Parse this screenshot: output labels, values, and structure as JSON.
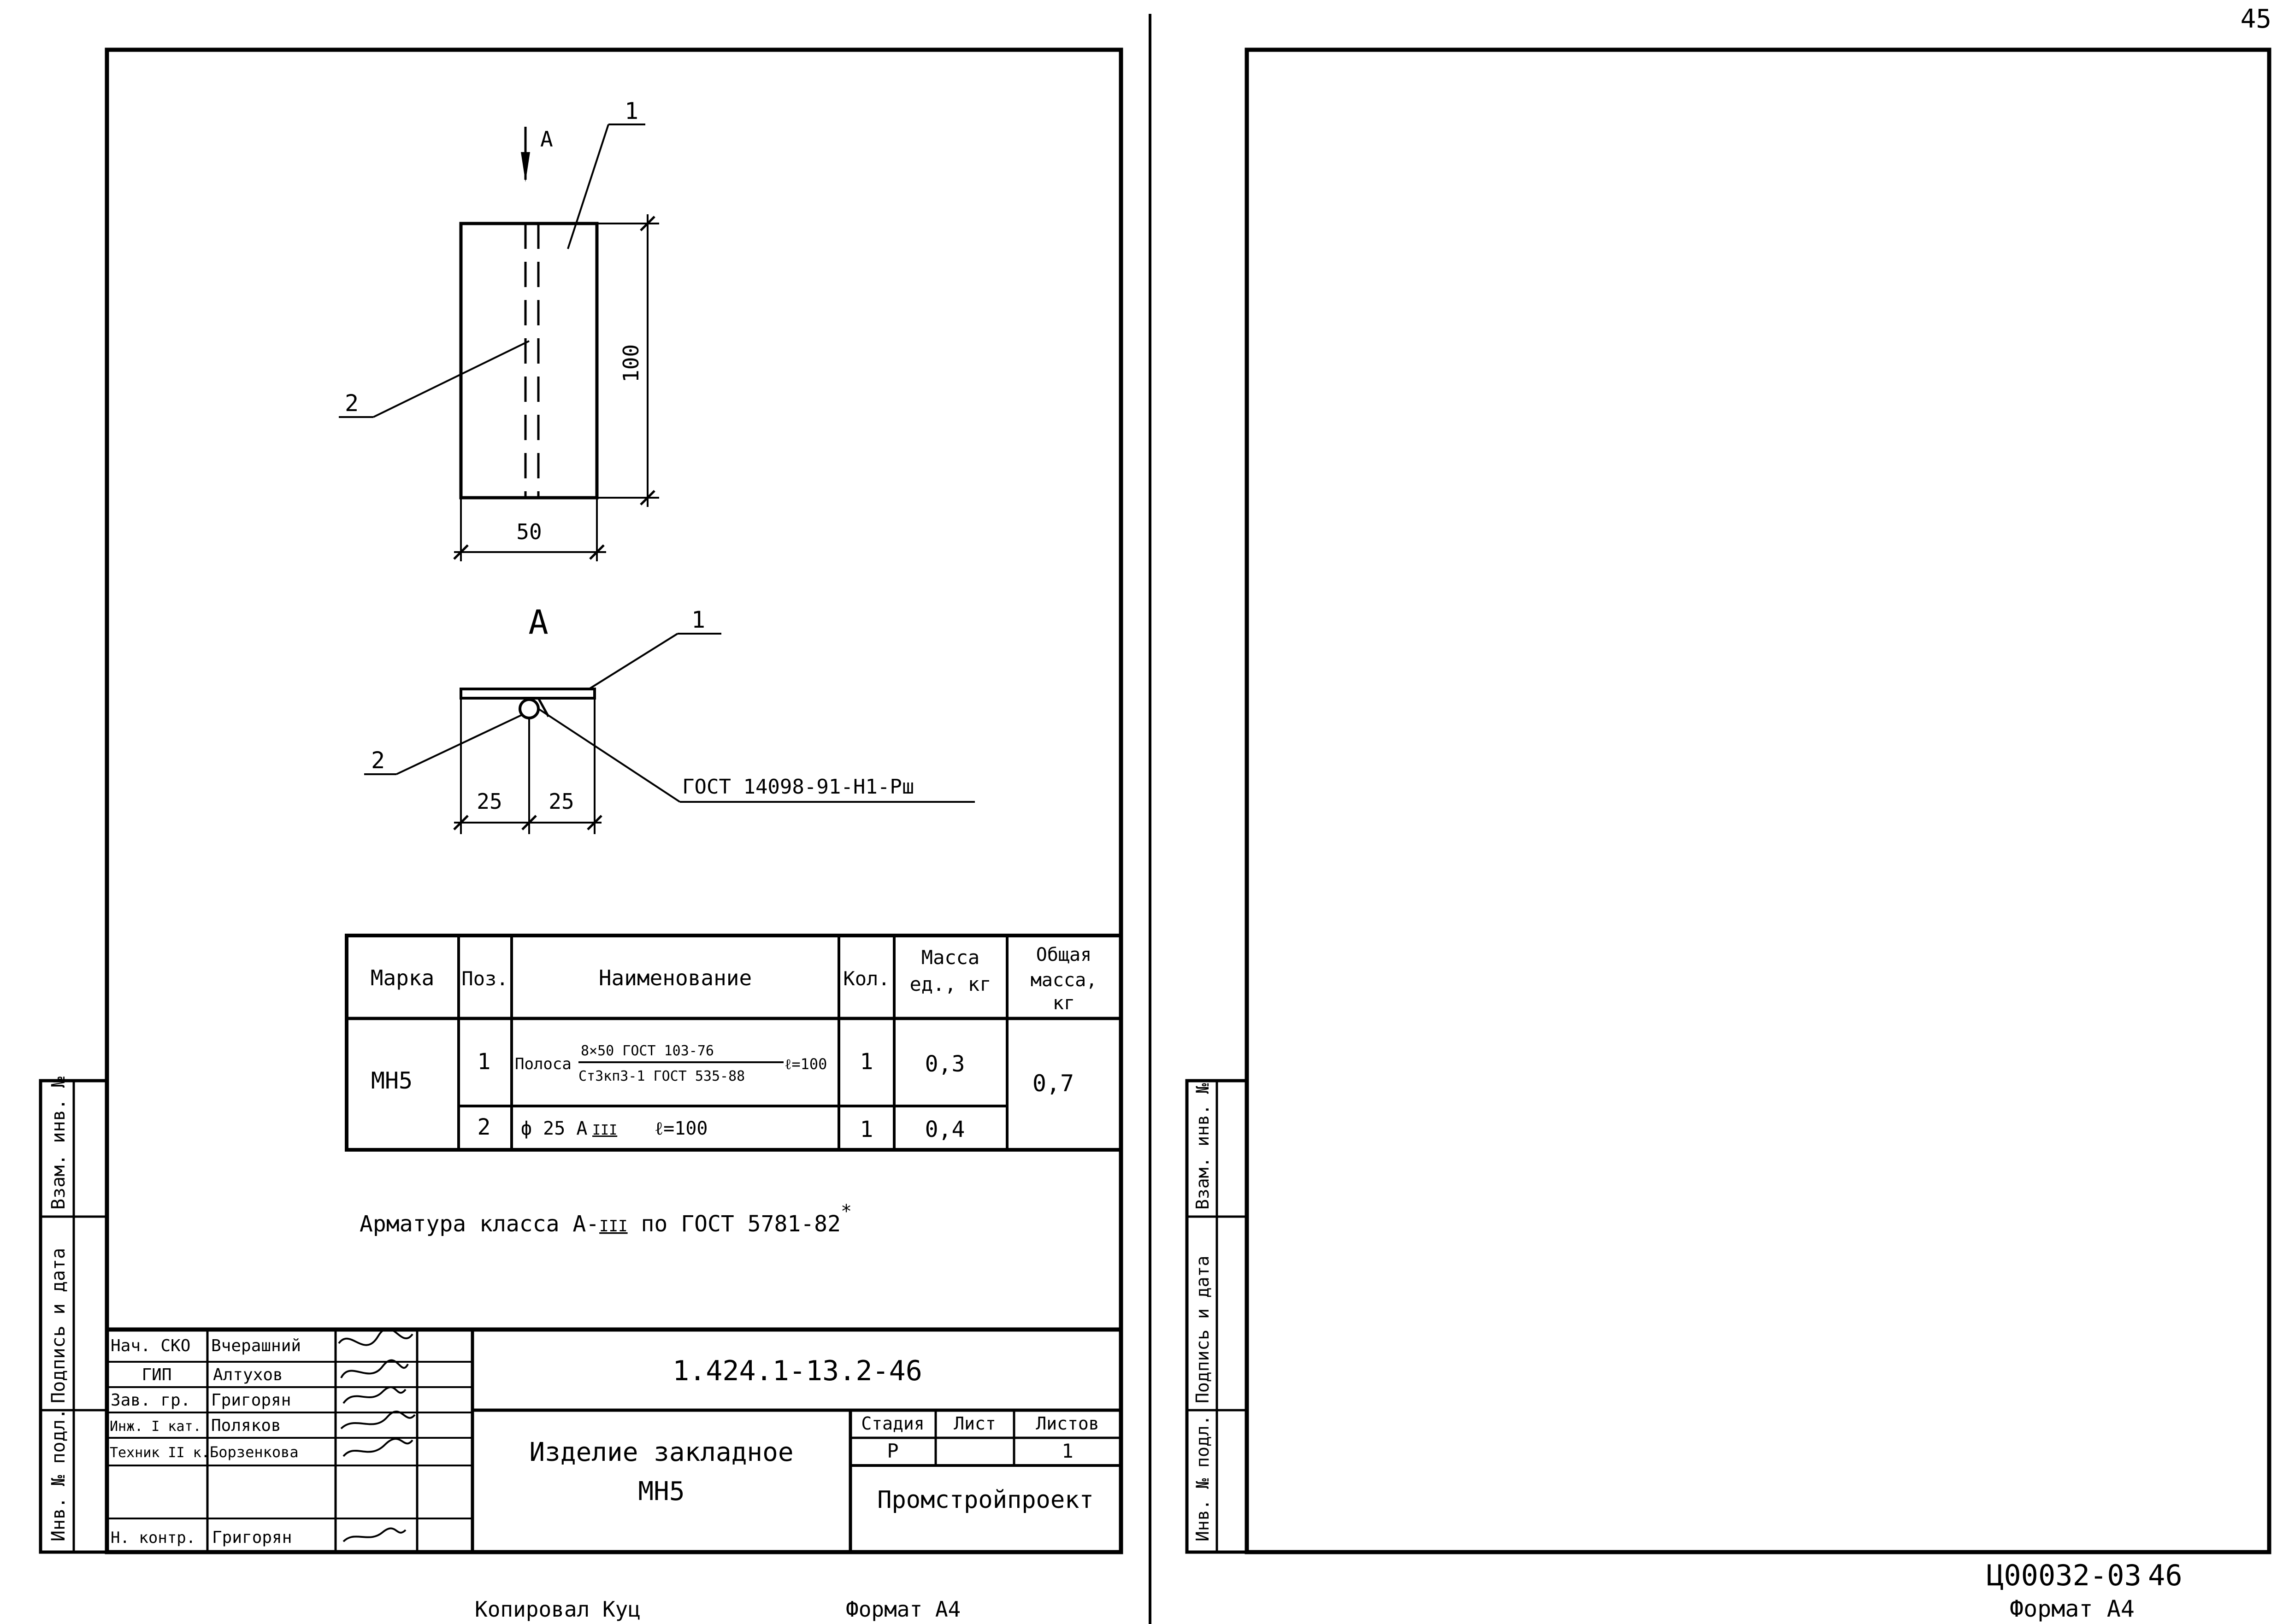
{
  "page_number": "45",
  "drawing": {
    "view_arrow_label": "А",
    "section_label": "А",
    "callout_1": "1",
    "callout_2": "2",
    "dim_height": "100",
    "dim_width": "50",
    "dim_half_left": "25",
    "dim_half_right": "25",
    "weld_note": "ГОСТ 14098-91-Н1-Рш"
  },
  "spec_table": {
    "headers": {
      "mark": "Марка",
      "pos": "Поз.",
      "name": "Наименование",
      "qty": "Кол.",
      "unit_mass_1": "Масса",
      "unit_mass_2": "ед., кг",
      "total_mass_1": "Общая",
      "total_mass_2": "масса,",
      "total_mass_3": "кг"
    },
    "mark": "МН5",
    "total_mass": "0,7",
    "rows": [
      {
        "pos": "1",
        "name_prefix": "Полоса",
        "name_top": "8×50 ГОСТ 103-76",
        "name_bottom": "Ст3кп3-1 ГОСТ 535-88",
        "name_suffix": "ℓ=100",
        "qty": "1",
        "unit_mass": "0,3"
      },
      {
        "pos": "2",
        "name": "ф 25 А",
        "name_class": "III",
        "name_suffix": "ℓ=100",
        "qty": "1",
        "unit_mass": "0,4"
      }
    ]
  },
  "note": {
    "text_before": "Арматура класса А-",
    "class": "III",
    "text_after": " по ГОСТ 5781-82",
    "mark": "*"
  },
  "side_strip": {
    "inv_orig": "Инв. № подл.",
    "sign_date": "Подпись и дата",
    "inv_repl": "Взам. инв. №"
  },
  "title_block": {
    "signers": [
      {
        "role": "Нач. СКО",
        "name": "Вчерашний"
      },
      {
        "role": "ГИП",
        "name": "Алтухов"
      },
      {
        "role": "Зав. гр.",
        "name": "Григорян"
      },
      {
        "role": "Инж. I кат.",
        "name": "Поляков"
      },
      {
        "role": "Техник II к.",
        "name": "Борзенкова"
      },
      {
        "role": "",
        "name": ""
      },
      {
        "role": "Н. контр.",
        "name": "Григорян"
      }
    ],
    "doc_code": "1.424.1-13.2-46",
    "title_line1": "Изделие закладное",
    "title_line2": "МН5",
    "stage_label": "Стадия",
    "sheet_label": "Лист",
    "sheets_label": "Листов",
    "stage_value": "Р",
    "sheet_value": "",
    "sheets_value": "1",
    "organization": "Промстройпроект"
  },
  "footer": {
    "copied": "Копировал Куц",
    "format_left": "Формат А4",
    "archive_code": "Ц00032-03",
    "archive_page": "46",
    "format_right": "Формат А4"
  }
}
